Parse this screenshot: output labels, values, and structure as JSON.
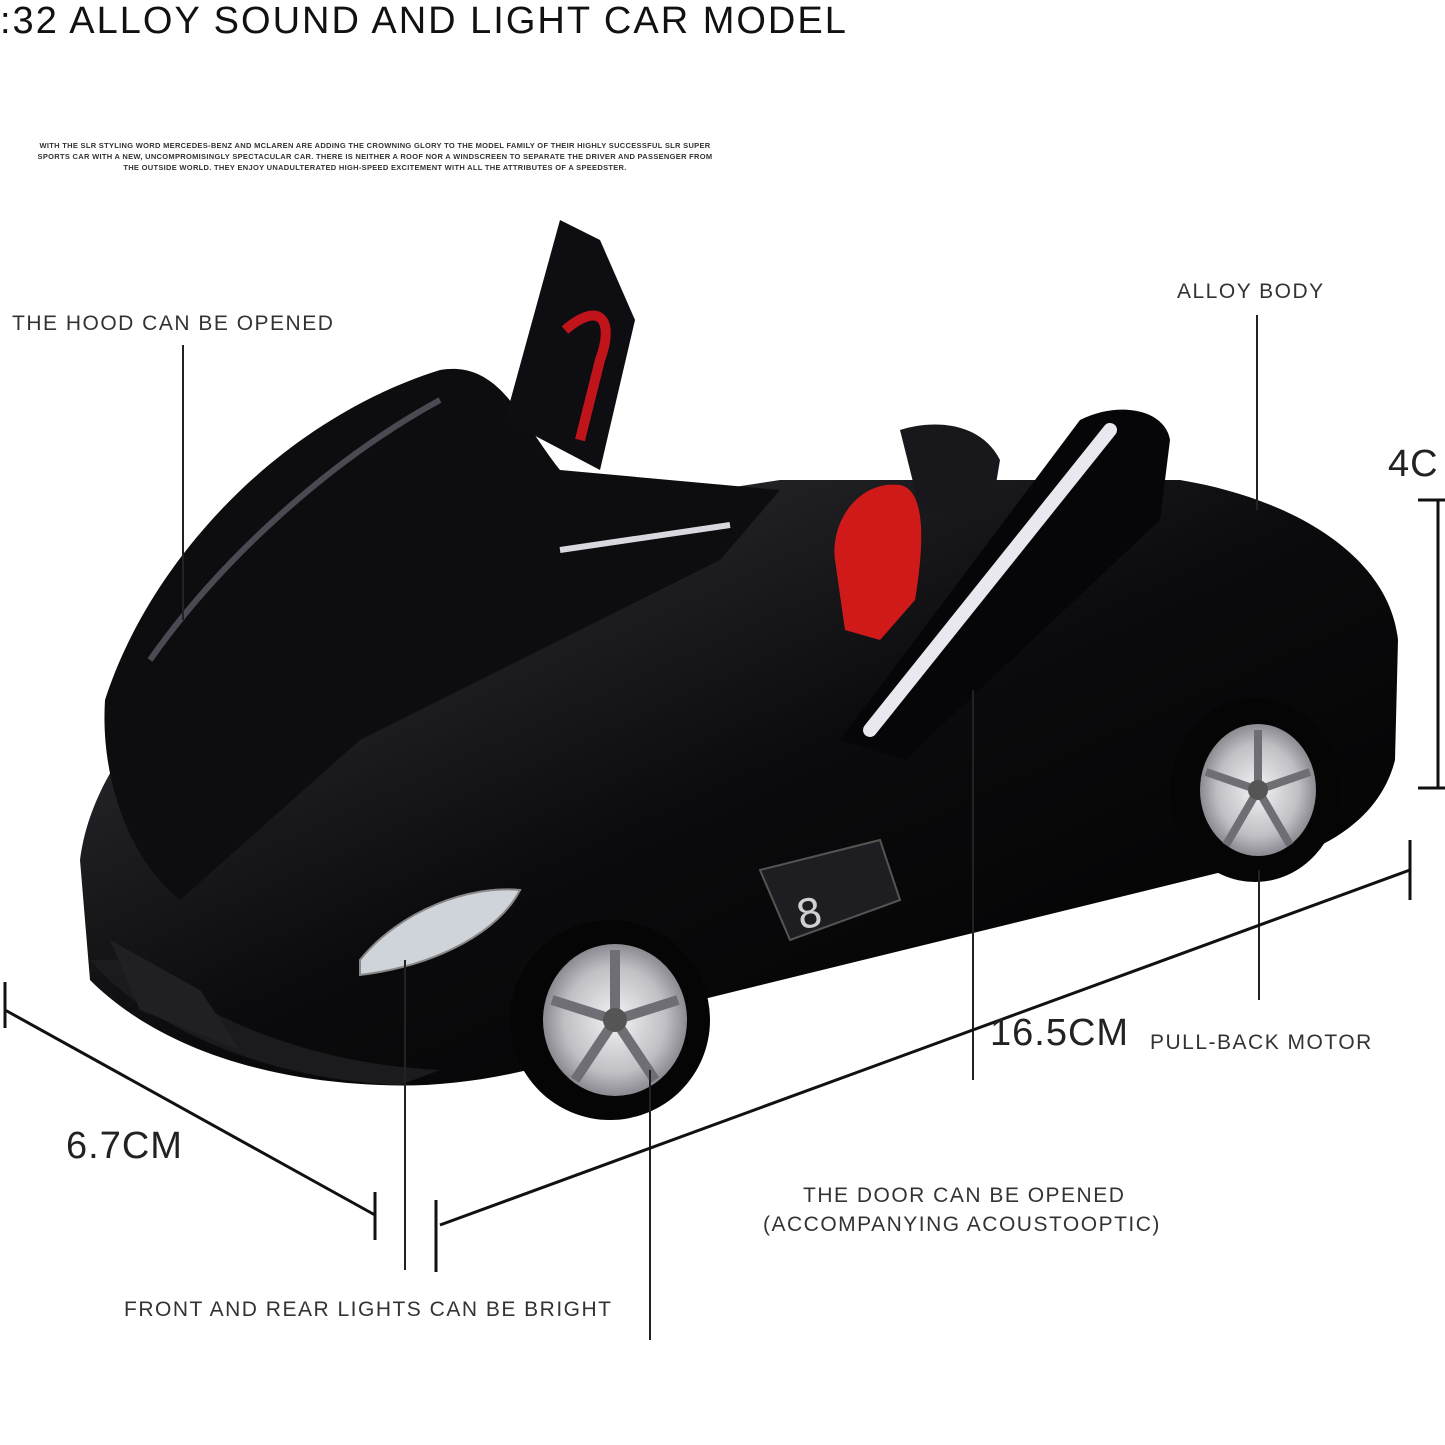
{
  "title": ":32 ALLOY SOUND AND LIGHT CAR MODEL",
  "blurb": "WITH THE SLR STYLING WORD MERCEDES-BENZ AND MCLAREN ARE ADDING THE CROWNING GLORY TO THE MODEL FAMILY OF THEIR HIGHLY SUCCESSFUL SLR SUPER SPORTS CAR WITH A NEW, UNCOMPROMISINGLY SPECTACULAR CAR. THERE IS NEITHER A ROOF NOR A WINDSCREEN TO SEPARATE THE DRIVER AND PASSENGER FROM THE OUTSIDE WORLD. THEY ENJOY UNADULTERATED HIGH-SPEED EXCITEMENT WITH ALL THE ATTRIBUTES OF A SPEEDSTER.",
  "labels": {
    "hood": "THE HOOD CAN BE OPENED",
    "alloy_body": "ALLOY BODY",
    "pull_back": "PULL-BACK MOTOR",
    "door_line1": "THE DOOR CAN BE OPENED",
    "door_line2": "(ACCOMPANYING ACOUSTOOPTIC)",
    "lights": "FRONT AND REAR LIGHTS CAN BE BRIGHT"
  },
  "dimensions": {
    "height": "4C",
    "length": "16.5CM",
    "width": "6.7CM"
  },
  "colors": {
    "body": "#0b0b0d",
    "accent": "#d01a1a",
    "rim": "#c8c8cc"
  }
}
